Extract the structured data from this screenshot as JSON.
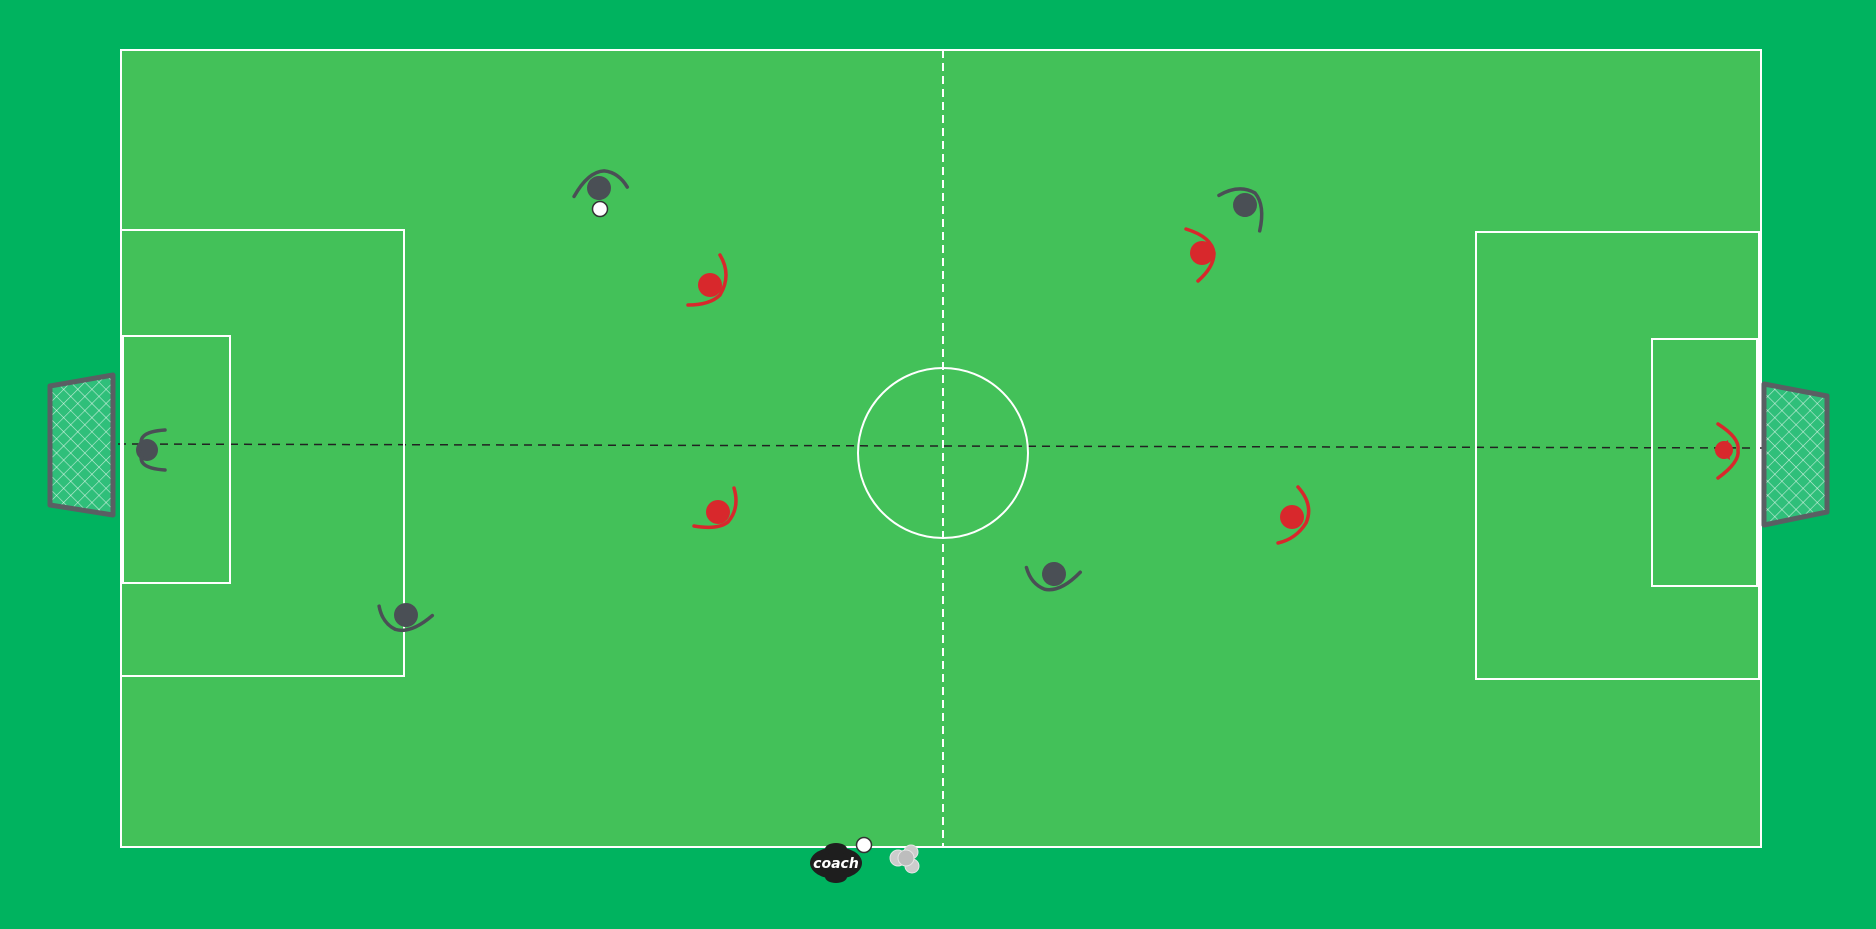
{
  "colors": {
    "background": "#00b35f",
    "pitch": "#43c159",
    "lines": "#ffffff",
    "team_dark": "#4a4f55",
    "team_red": "#d8282c",
    "goal_net": "#2fbf7a",
    "goal_frame": "#5a5f63",
    "coach": "#1e1e1e",
    "ball": "#ffffff",
    "balls_pile": "#cccccc"
  },
  "teams": [
    {
      "name": "",
      "color_key": "team_dark",
      "players": [
        {
          "role": "goalkeeper",
          "icon": "player-dark-icon"
        },
        {
          "role": "field-player",
          "icon": "player-dark-icon",
          "has_ball": true
        },
        {
          "role": "field-player",
          "icon": "player-dark-icon"
        },
        {
          "role": "field-player",
          "icon": "player-dark-icon"
        },
        {
          "role": "field-player",
          "icon": "player-dark-icon"
        }
      ]
    },
    {
      "name": "",
      "color_key": "team_red",
      "players": [
        {
          "role": "goalkeeper",
          "icon": "player-red-icon"
        },
        {
          "role": "field-player",
          "icon": "player-red-icon"
        },
        {
          "role": "field-player",
          "icon": "player-red-icon"
        },
        {
          "role": "field-player",
          "icon": "player-red-icon"
        },
        {
          "role": "field-player",
          "icon": "player-red-icon"
        }
      ]
    }
  ],
  "coach": {
    "label": "coach",
    "icon": "coach-icon"
  },
  "equipment": {
    "ball_icon": "ball-icon",
    "ball_pile_icon": "ball-pile-icon",
    "goal_icon": "goal-net-icon"
  }
}
